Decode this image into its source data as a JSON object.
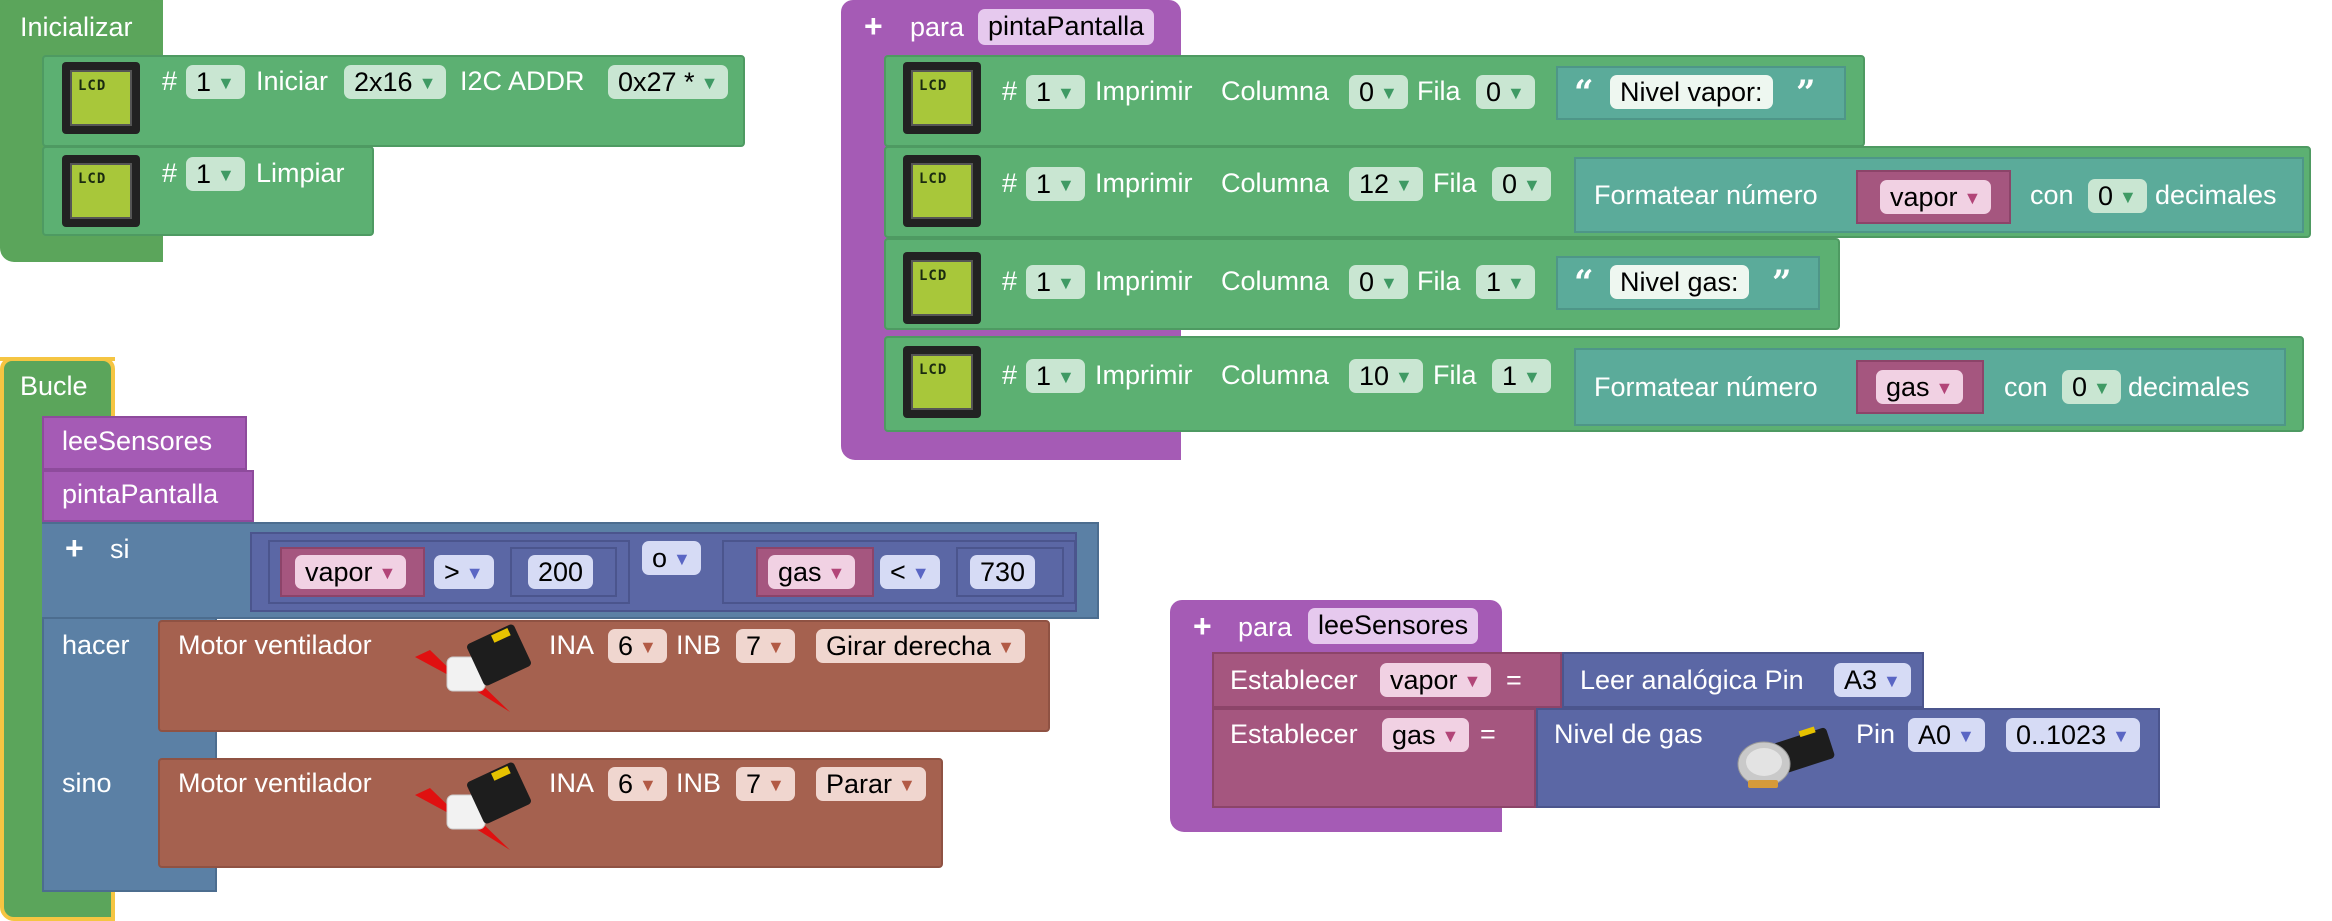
{
  "inicializar": {
    "title": "Inicializar",
    "lcd_init": {
      "hash": "#",
      "num": "1",
      "label_iniciar": "Iniciar",
      "size": "2x16",
      "label_addr": "I2C ADDR",
      "addr": "0x27 *"
    },
    "lcd_clear": {
      "hash": "#",
      "num": "1",
      "label": "Limpiar"
    },
    "lcd_text": "LCD"
  },
  "pinta": {
    "para": "para",
    "name": "pintaPantalla",
    "rows": [
      {
        "hash": "#",
        "num": "1",
        "imprimir": "Imprimir",
        "col_label": "Columna",
        "col": "0",
        "fila_label": "Fila",
        "fila": "0",
        "text": "Nivel vapor:"
      },
      {
        "hash": "#",
        "num": "1",
        "imprimir": "Imprimir",
        "col_label": "Columna",
        "col": "12",
        "fila_label": "Fila",
        "fila": "0",
        "fmt": "Formatear número",
        "var": "vapor",
        "con": "con",
        "dec": "0",
        "decimales": "decimales"
      },
      {
        "hash": "#",
        "num": "1",
        "imprimir": "Imprimir",
        "col_label": "Columna",
        "col": "0",
        "fila_label": "Fila",
        "fila": "1",
        "text": "Nivel gas:"
      },
      {
        "hash": "#",
        "num": "1",
        "imprimir": "Imprimir",
        "col_label": "Columna",
        "col": "10",
        "fila_label": "Fila",
        "fila": "1",
        "fmt": "Formatear número",
        "var": "gas",
        "con": "con",
        "dec": "0",
        "decimales": "decimales"
      }
    ]
  },
  "bucle": {
    "title": "Bucle",
    "call1": "leeSensores",
    "call2": "pintaPantalla",
    "si": "si",
    "cond": {
      "var1": "vapor",
      "op1": ">",
      "val1": "200",
      "or": "o",
      "var2": "gas",
      "op2": "<",
      "val2": "730"
    },
    "hacer": "hacer",
    "sino": "sino",
    "motor1": {
      "label": "Motor ventilador",
      "ina": "INA",
      "ina_v": "6",
      "inb": "INB",
      "inb_v": "7",
      "action": "Girar derecha"
    },
    "motor2": {
      "label": "Motor ventilador",
      "ina": "INA",
      "ina_v": "6",
      "inb": "INB",
      "inb_v": "7",
      "action": "Parar"
    }
  },
  "lee": {
    "para": "para",
    "name": "leeSensores",
    "set1": {
      "label": "Establecer",
      "var": "vapor",
      "eq": "=",
      "read": "Leer analógica Pin",
      "pin": "A3"
    },
    "set2": {
      "label": "Establecer",
      "var": "gas",
      "eq": "=",
      "sensor": "Nivel de gas",
      "pin_label": "Pin",
      "pin": "A0",
      "range": "0..1023"
    }
  },
  "colors": {
    "green": "#5ba55b",
    "lcd_green": "#5cb072",
    "purple": "#a55bb5",
    "blue": "#5b80a5",
    "logic_blue": "#5b67a5",
    "pink": "#a5567f",
    "brown": "#a5614f",
    "teal": "#5bab9a",
    "highlight": "#f5c542"
  }
}
